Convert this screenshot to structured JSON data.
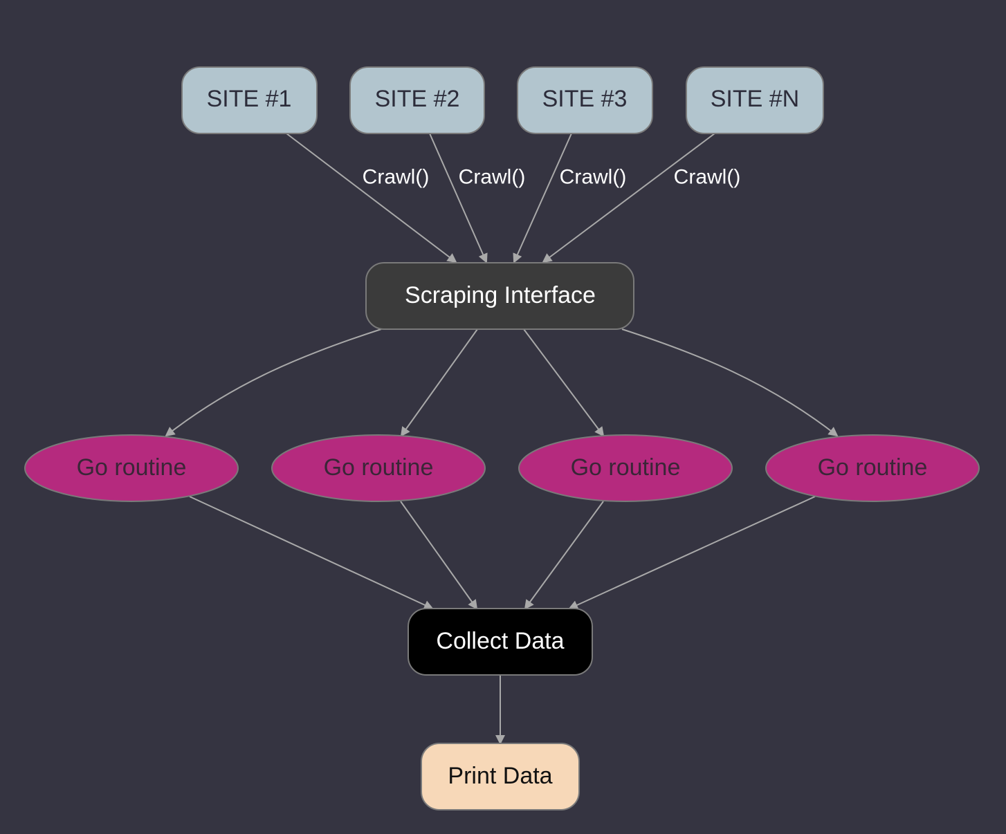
{
  "colors": {
    "background": "#353441",
    "edge": "#a9a9a9",
    "node_border": "#7a7a7a",
    "site_fill": "#b2c5ce",
    "site_text": "#2c2c3a",
    "interface_fill": "#3b3b3b",
    "interface_text": "#ffffff",
    "routine_fill": "#b52a7e",
    "routine_text": "#3a2637",
    "collect_fill": "#000000",
    "collect_text": "#ffffff",
    "print_fill": "#f7d8b8",
    "print_text": "#111111",
    "edge_label_text": "#ffffff"
  },
  "nodes": {
    "sites": [
      {
        "label": "SITE #1"
      },
      {
        "label": "SITE #2"
      },
      {
        "label": "SITE #3"
      },
      {
        "label": "SITE #N"
      }
    ],
    "interface": {
      "label": "Scraping Interface"
    },
    "routines": [
      {
        "label": "Go routine"
      },
      {
        "label": "Go routine"
      },
      {
        "label": "Go routine"
      },
      {
        "label": "Go routine"
      }
    ],
    "collect": {
      "label": "Collect Data"
    },
    "print": {
      "label": "Print Data"
    }
  },
  "edge_labels": {
    "site_to_interface": [
      "Crawl()",
      "Crawl()",
      "Crawl()",
      "Crawl()"
    ]
  }
}
